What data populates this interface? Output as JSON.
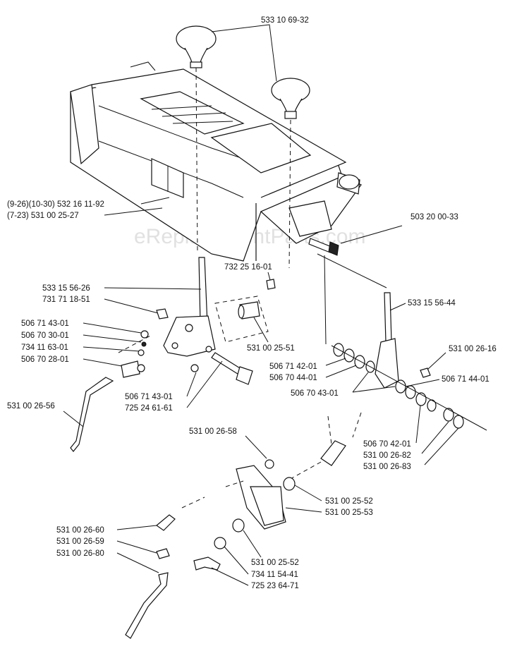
{
  "watermark": "eReplacementParts.com",
  "labels": {
    "knob": "533 10 69-32",
    "panel_a": "(9-26)(10-30) 532 16 11-92",
    "panel_b": "(7-23) 531 00 25-27",
    "bolt_top": "503 20 00-33",
    "clip_upper": "732 25 16-01",
    "lever_a": "533 15 56-26",
    "lever_b": "731 71 18-51",
    "rod_right": "533 15 56-44",
    "l1": "506 71 43-01",
    "l2": "506 70 30-01",
    "l3": "734 11 63-01",
    "l4": "506 70 28-01",
    "pin_mid": "531 00 25-51",
    "nut_right": "531 00 26-16",
    "w_a": "506 71 42-01",
    "w_b": "506 70 44-01",
    "w_c": "506 70 43-01",
    "w_right": "506 71 44-01",
    "low_a": "506 71 43-01",
    "low_b": "725 24 61-61",
    "rod_left": "531 00 26-56",
    "r_a": "506 70 42-01",
    "r_b": "531 00 26-82",
    "r_c": "531 00 26-83",
    "nut_low": "531 00 26-58",
    "br_a": "531 00 25-52",
    "br_b": "531 00 25-53",
    "bl_a": "531 00 26-60",
    "bl_b": "531 00 26-59",
    "bl_c": "531 00 26-80",
    "bb_a": "531 00 25-52",
    "bb_b": "734 11 54-41",
    "bb_c": "725 23 64-71"
  }
}
